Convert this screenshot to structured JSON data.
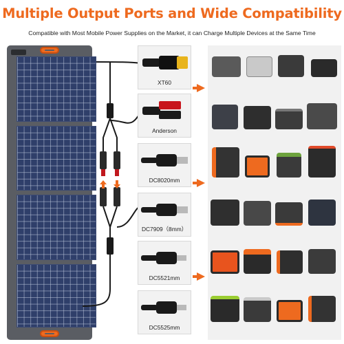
{
  "header": {
    "title": "Multiple Output Ports and Wide Compatibility",
    "subtitle": "Compatible with Most Mobile Power Supplies on the Market, it can Charge Multiple Devices at the Same Time"
  },
  "connectors": [
    {
      "label": "XT60",
      "icon": "xt60-plug-icon"
    },
    {
      "label": "Anderson",
      "icon": "anderson-plug-icon"
    },
    {
      "label": "DC8020mm",
      "icon": "dc-plug-icon"
    },
    {
      "label": "DC7909（8mm）",
      "icon": "dc-plug-icon"
    },
    {
      "label": "DC5521mm",
      "icon": "dc-plug-icon"
    },
    {
      "label": "DC5525mm",
      "icon": "dc-plug-icon"
    }
  ],
  "colors": {
    "accent": "#ee6a1f",
    "panel_cells": "#2f3f6a",
    "panel_frame": "#5a5d63",
    "cable": "#1a1a1a"
  }
}
